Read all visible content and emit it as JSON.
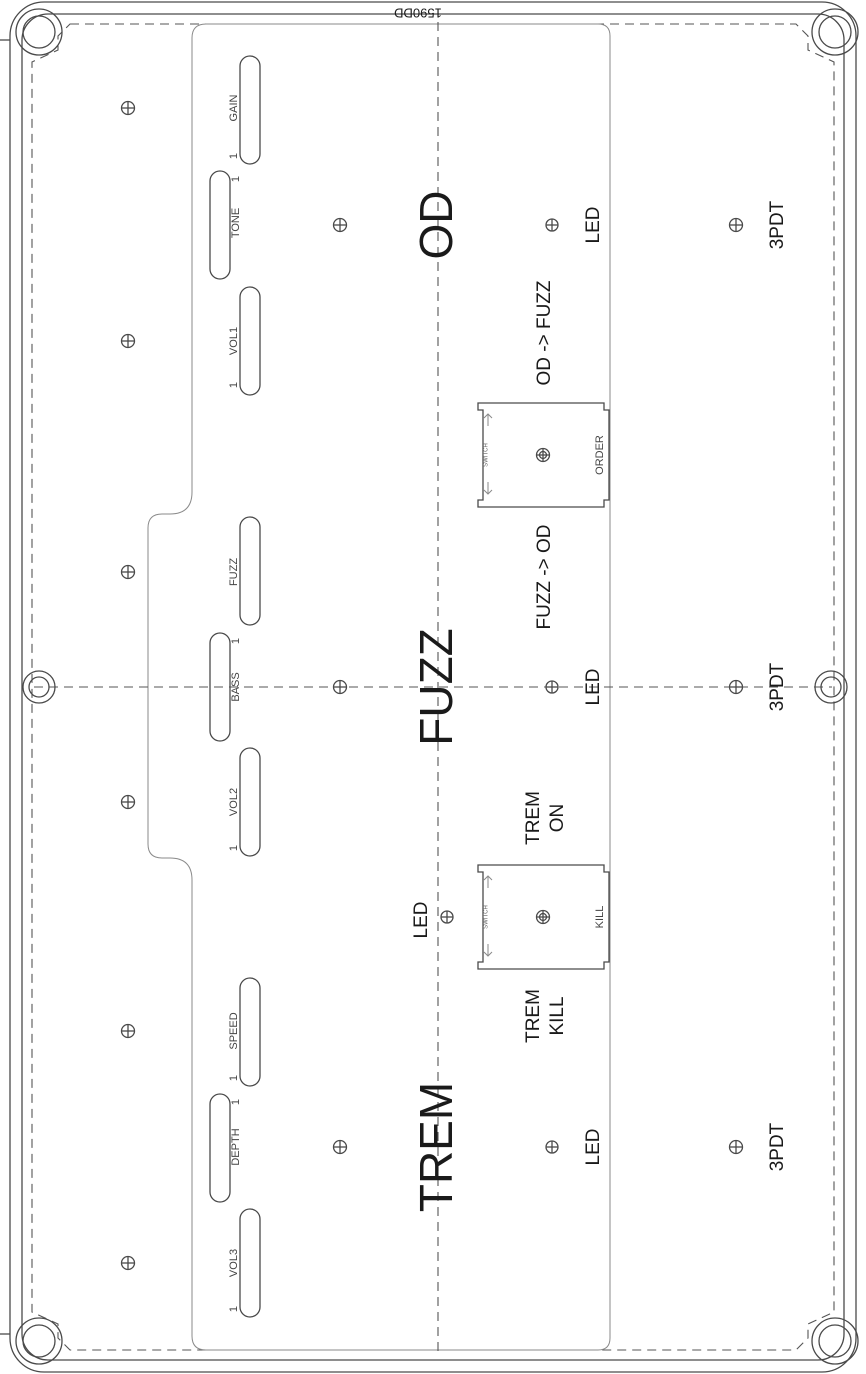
{
  "title": "1590DD",
  "sections": {
    "od": "OD",
    "fuzz": "FUZZ",
    "trem": "TREM"
  },
  "pots": {
    "gain": "GAIN",
    "tone": "TONE",
    "vol1": "VOL1",
    "fuzz": "FUZZ",
    "bass": "BASS",
    "vol2": "VOL2",
    "speed": "SPEED",
    "depth": "DEPTH",
    "vol3": "VOL3",
    "pin_mark": "1"
  },
  "led_label": "LED",
  "footswitch_label": "3PDT",
  "toggles": {
    "order": {
      "label": "ORDER",
      "up": "OD -> FUZZ",
      "down": "FUZZ -> OD",
      "tiny": "SWITCH"
    },
    "kill": {
      "label": "KILL",
      "up_line1": "TREM",
      "up_line2": "ON",
      "down_line1": "TREM",
      "down_line2": "KILL",
      "tiny": "SWITCH"
    }
  }
}
